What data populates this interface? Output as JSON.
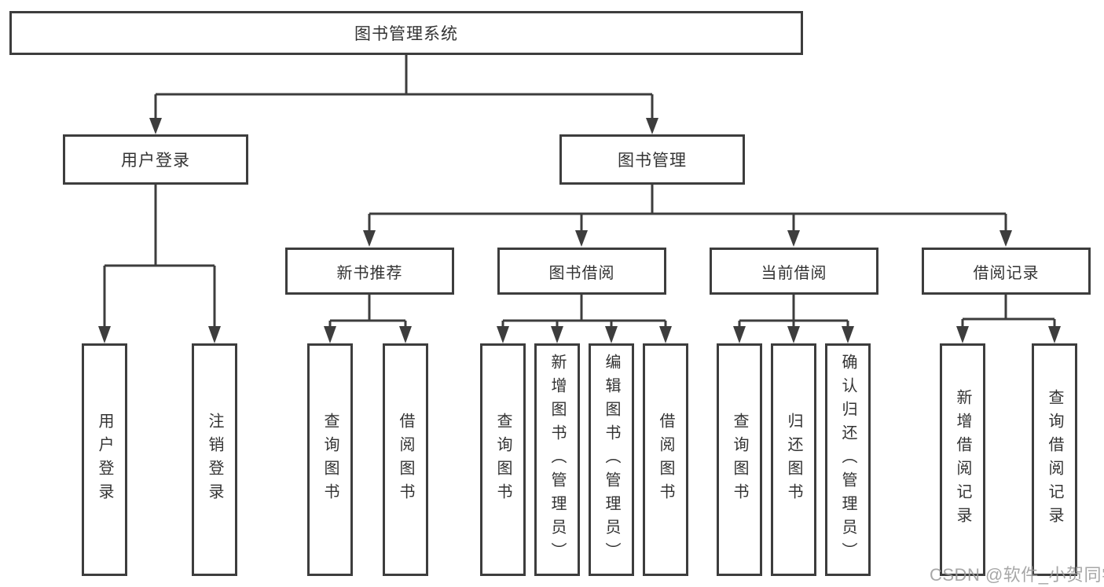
{
  "colors": {
    "line": "#3d3d3d",
    "box_border": "#3d3d3d",
    "box_background": "#ffffff",
    "text": "#333333",
    "watermark": "#9b9b9b"
  },
  "nodes": {
    "root": {
      "label": "图书管理系统"
    },
    "user_login_branch": {
      "label": "用户登录"
    },
    "book_management": {
      "label": "图书管理"
    },
    "new_book_recommend": {
      "label": "新书推荐"
    },
    "book_borrow": {
      "label": "图书借阅"
    },
    "current_borrow": {
      "label": "当前借阅"
    },
    "borrow_records": {
      "label": "借阅记录"
    },
    "leaf_user_login": {
      "label": "用户登录"
    },
    "leaf_logout": {
      "label": "注销登录"
    },
    "leaf_nb_query_book": {
      "label": "查询图书"
    },
    "leaf_nb_borrow_book": {
      "label": "借阅图书"
    },
    "leaf_bb_query_book": {
      "label": "查询图书"
    },
    "leaf_bb_add_book": {
      "label": "新增图书（管理员）"
    },
    "leaf_bb_edit_book": {
      "label": "编辑图书（管理员）"
    },
    "leaf_bb_borrow_book": {
      "label": "借阅图书"
    },
    "leaf_cb_query_book": {
      "label": "查询图书"
    },
    "leaf_cb_return_book": {
      "label": "归还图书"
    },
    "leaf_cb_confirm_return": {
      "label": "确认归还（管理员）"
    },
    "leaf_br_add_record": {
      "label": "新增借阅记录"
    },
    "leaf_br_query_record": {
      "label": "查询借阅记录"
    }
  },
  "watermark": {
    "text": "CSDN @软件_小贺同学"
  }
}
